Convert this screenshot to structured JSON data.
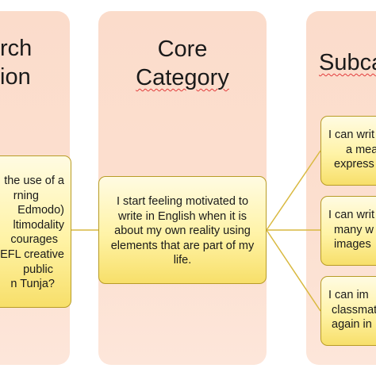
{
  "columns": {
    "left": {
      "title_line1": "rch",
      "title_line2": "ion"
    },
    "middle": {
      "title_line1": "Core",
      "title_line2": "Category"
    },
    "right": {
      "title": "Subca"
    }
  },
  "boxes": {
    "left": {
      "lines": [
        "the use of a",
        "rning",
        "Edmodo)",
        "ltimodality",
        "courages",
        "EFL creative",
        "public",
        "n Tunja?"
      ]
    },
    "core": {
      "lines": [
        "I start feeling motivated to",
        "write in English when it is",
        "about my own reality using",
        "elements that are part of my",
        "life."
      ]
    },
    "sub": [
      {
        "lines": [
          "I can writ",
          "a mea",
          "express"
        ]
      },
      {
        "lines": [
          "I can writ",
          "many w",
          "images"
        ]
      },
      {
        "lines": [
          "I can im",
          "classmate",
          "again in"
        ]
      }
    ]
  },
  "colors": {
    "column_fill": "#fcdfcf",
    "box_fill": "#fff3a6",
    "box_border": "#b89c27",
    "connector": "#d9b940"
  }
}
